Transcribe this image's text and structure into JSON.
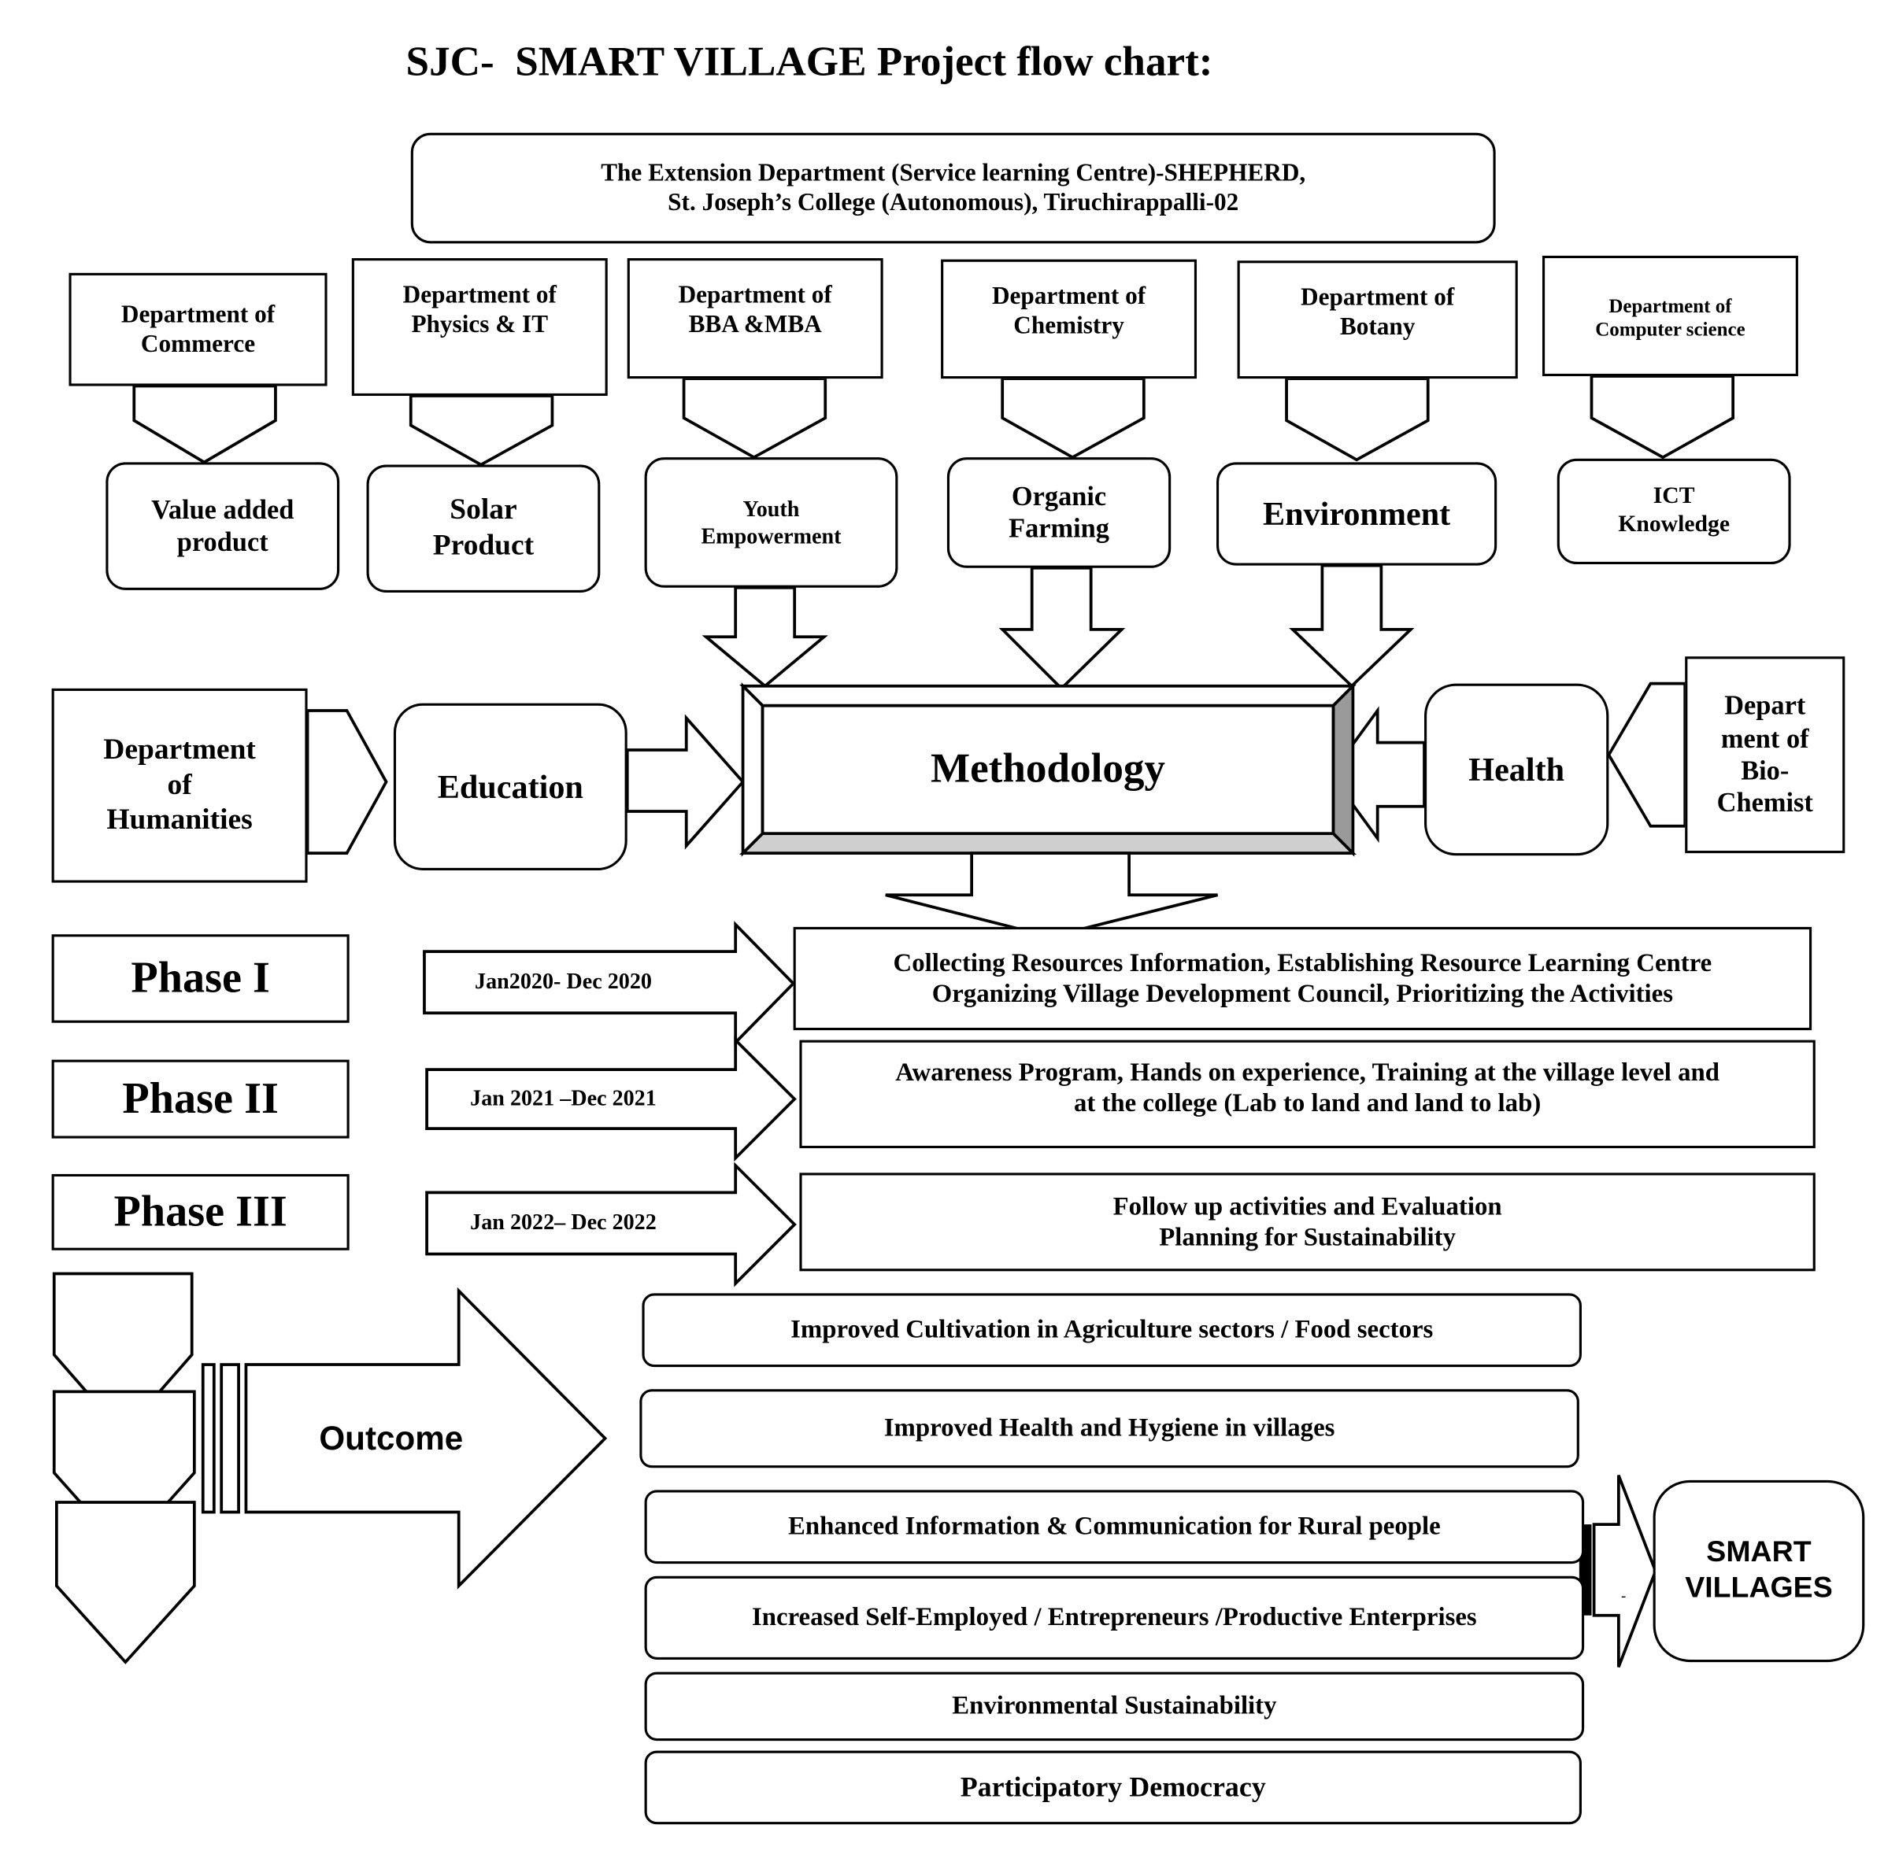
{
  "title": "SJC-  SMART VILLAGE Project flow chart:",
  "extension": {
    "line1": "The Extension Department (Service learning Centre)-SHEPHERD,",
    "line2": "St. Joseph’s College (Autonomous), Tiruchirappalli-02"
  },
  "departments": [
    {
      "name": "Department of Commerce",
      "output": "Value added product"
    },
    {
      "name": "Department of Physics & IT",
      "output": "Solar Product"
    },
    {
      "name": "Department of BBA &MBA",
      "output": "Youth Empowerment"
    },
    {
      "name": "Department of Chemistry",
      "output": "Organic Farming"
    },
    {
      "name": "Department of Botany",
      "output": "Environment"
    },
    {
      "name": "Department of Computer science",
      "output": "ICT Knowledge"
    }
  ],
  "left_branch": {
    "department": "Department of Humanities",
    "output": "Education"
  },
  "right_branch": {
    "department": "Depart ment of Bio-Chemist",
    "output": "Health"
  },
  "methodology": "Methodology",
  "phases": [
    {
      "label": "Phase I",
      "period": "Jan2020- Dec 2020",
      "line1": "Collecting Resources Information, Establishing Resource Learning Centre",
      "line2": "Organizing Village Development Council, Prioritizing the Activities"
    },
    {
      "label": "Phase II",
      "period": "Jan 2021 –Dec 2021",
      "line1": "Awareness Program, Hands on experience, Training at the village level and",
      "line2": "at the college (Lab to land and land to lab)"
    },
    {
      "label": "Phase III",
      "period": "Jan 2022– Dec 2022",
      "line1": "Follow up activities and Evaluation",
      "line2": "Planning for Sustainability"
    }
  ],
  "outcome_label": "Outcome",
  "outcomes": [
    "Improved Cultivation in Agriculture sectors / Food sectors",
    "Improved Health and Hygiene in villages",
    "Enhanced Information & Communication for Rural people",
    "Increased Self-Employed / Entrepreneurs /Productive Enterprises",
    "Environmental Sustainability",
    "Participatory Democracy"
  ],
  "final": "SMART VILLAGES",
  "connector_mark": "-"
}
